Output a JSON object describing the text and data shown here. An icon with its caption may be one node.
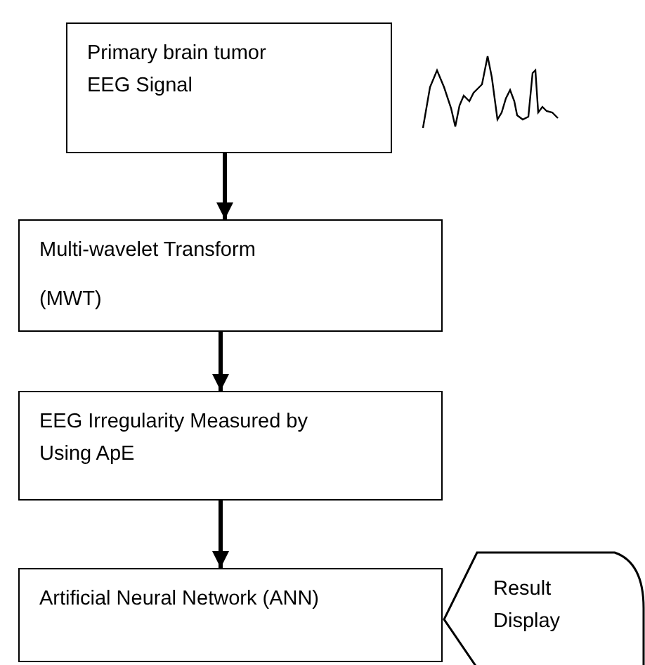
{
  "diagram": {
    "nodes": [
      {
        "text": [
          "Primary brain tumor EEG Signal"
        ]
      },
      {
        "text": [
          "Multi-wavelet Transform",
          "(MWT)"
        ]
      },
      {
        "text": [
          "EEG Irregularity Measured by Using ApE"
        ]
      },
      {
        "text": [
          "Artificial Neural Network (ANN)"
        ]
      },
      {
        "text": [
          "Result Display"
        ]
      }
    ],
    "edges": [
      {
        "from": 0,
        "to": 1,
        "arrow": "to"
      },
      {
        "from": 1,
        "to": 2,
        "arrow": "to"
      },
      {
        "from": 2,
        "to": 3,
        "arrow": "to"
      }
    ]
  }
}
